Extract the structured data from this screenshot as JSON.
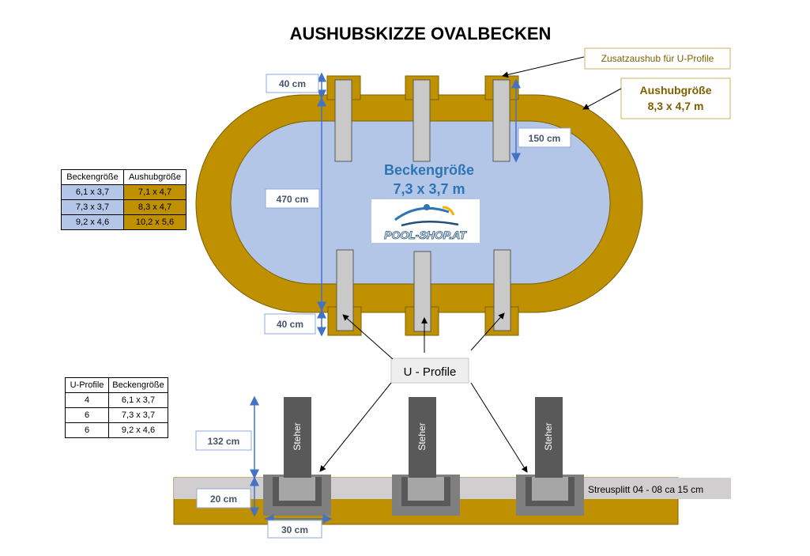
{
  "title": "AUSHUBSKIZZE OVALBECKEN",
  "labels": {
    "zusatzaushub": "Zusatzaushub für U-Profile",
    "aushubgroesse_title": "Aushubgröße",
    "aushubgroesse_value": "8,3 x 4,7 m",
    "beckengroesse_title": "Beckengröße",
    "beckengroesse_value": "7,3 x 3,7 m",
    "dim_40_top": "40 cm",
    "dim_470": "470 cm",
    "dim_40_bottom": "40 cm",
    "dim_150": "150 cm",
    "u_profile": "U - Profile",
    "dim_132": "132 cm",
    "dim_20": "20 cm",
    "dim_30": "30 cm",
    "steher": "Steher",
    "streusplitt": "Streusplitt 04 - 08   ca 15 cm",
    "logo": "POOL-SHOP.AT"
  },
  "size_table": {
    "headers": [
      "Beckengröße",
      "Aushubgröße"
    ],
    "rows": [
      [
        "6,1 x 3,7",
        "7,1 x 4,7"
      ],
      [
        "7,3 x 3,7",
        "8,3 x 4,7"
      ],
      [
        "9,2 x 4,6",
        "10,2 x 5,6"
      ]
    ]
  },
  "profile_table": {
    "headers": [
      "U-Profile",
      "Beckengröße"
    ],
    "rows": [
      [
        "4",
        "6,1 x 3,7"
      ],
      [
        "6",
        "7,3 x 3,7"
      ],
      [
        "6",
        "9,2 x 4,6"
      ]
    ]
  },
  "colors": {
    "excavation": "#bf9000",
    "pool": "#b4c6e7",
    "profile": "#c9c9c9",
    "dark": "#595959",
    "gravel": "#d0cece",
    "dim_blue": "#4472c4",
    "title_blue": "#2e75b6",
    "label_brown": "#7f6000"
  }
}
